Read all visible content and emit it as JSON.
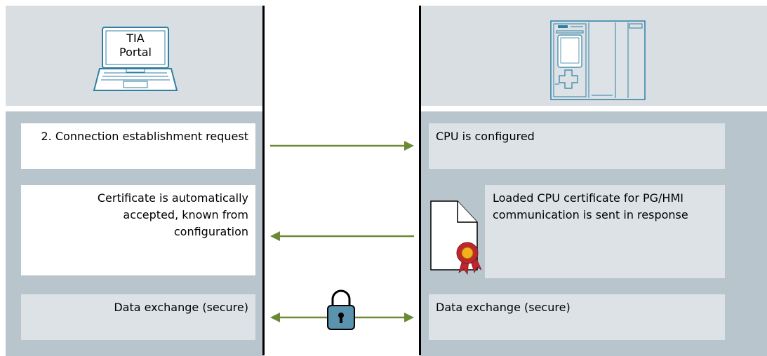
{
  "pc": {
    "screen_line1": "TIA",
    "screen_line2": "Portal"
  },
  "left": {
    "step2": "2. Connection establishment request",
    "cert_accepted": "Certificate is automatically accepted, known from configuration",
    "data_exchange": "Data exchange (secure)"
  },
  "right": {
    "cpu_configured": "CPU is configured",
    "cert_sent": "Loaded CPU certificate for PG/HMI communication is sent in response",
    "data_exchange": "Data exchange (secure)"
  },
  "colors": {
    "arrow": "#6a8a35",
    "header": "#d9dee2",
    "column": "#b9c5cd",
    "light_box": "#dce2e6",
    "device_outline": "#2f7fa3",
    "lock": "#5a93ad",
    "seal_red": "#c0272d",
    "seal_gold": "#f3b21c"
  },
  "icons": {
    "pc": "laptop-icon",
    "cpu": "plc-cpu-icon",
    "certificate": "certificate-icon",
    "lock": "padlock-icon"
  }
}
